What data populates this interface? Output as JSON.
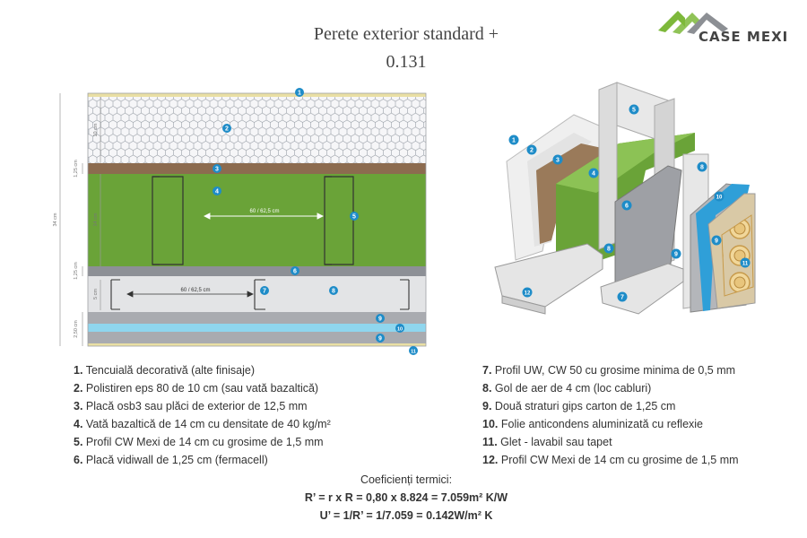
{
  "title": {
    "line1": "Perete exterior standard +",
    "line2": "0.131"
  },
  "logo": {
    "text": "CASE MEXI",
    "icon": "house-roof-logo-icon"
  },
  "dimensions": {
    "total": "34 cm",
    "d1": "10 cm",
    "d2": "1,25 cm",
    "d3": "14 cm",
    "d4": "1,25 cm",
    "d5": "5 cm",
    "d6": "2,50 cm",
    "spacing_upper": "60 / 62,5 cm",
    "spacing_lower": "60 / 62,5 cm"
  },
  "markers": {
    "m1": "1",
    "m2": "2",
    "m3": "3",
    "m4": "4",
    "m5": "5",
    "m6": "6",
    "m7": "7",
    "m8": "8",
    "m9": "9",
    "m10": "10",
    "m11": "11",
    "m12": "12"
  },
  "legend_left": [
    {
      "num": "1.",
      "text": "Tencuială decorativă (alte finisaje)"
    },
    {
      "num": "2.",
      "text": "Polistiren eps 80 de 10 cm (sau vată bazaltică)"
    },
    {
      "num": "3.",
      "text": "Placă osb3 sau plăci de exterior de 12,5 mm"
    },
    {
      "num": "4.",
      "text": "Vată bazaltică de 14 cm cu densitate de 40 kg/m²"
    },
    {
      "num": "5.",
      "text": "Profil CW Mexi de 14 cm cu grosime de 1,5 mm"
    },
    {
      "num": "6.",
      "text": "Placă vidiwall de 1,25 cm (fermacell)"
    }
  ],
  "legend_right": [
    {
      "num": "7.",
      "text": "Profil UW, CW 50 cu grosime minima de 0,5 mm"
    },
    {
      "num": "8.",
      "text": "Gol de aer de 4 cm (loc cabluri)"
    },
    {
      "num": "9.",
      "text": "Două straturi gips carton de 1,25 cm"
    },
    {
      "num": "10.",
      "text": "Folie anticondens aluminizată cu reflexie"
    },
    {
      "num": "11.",
      "text": "Glet - lavabil sau tapet"
    },
    {
      "num": "12.",
      "text": "Profil CW Mexi de 14 cm cu grosime de 1,5 mm"
    }
  ],
  "coefficients": {
    "heading": "Coeficienți termici:",
    "r": "R’ = r x R = 0,80 x 8.824 = 7.059m² K/W",
    "u": "U’ = 1/R’ = 1/7.059 = 0.142W/m² K"
  },
  "colors": {
    "plaster": "#e9dfa4",
    "eps": "#f5f5f7",
    "osb": "#8c6b4f",
    "wool": "#6aa338",
    "vidiwall": "#8d9096",
    "airgap": "#e3e4e6",
    "gypsum": "#a9abb0",
    "foil": "#8fd6ee",
    "marker": "#1e8cc8"
  }
}
